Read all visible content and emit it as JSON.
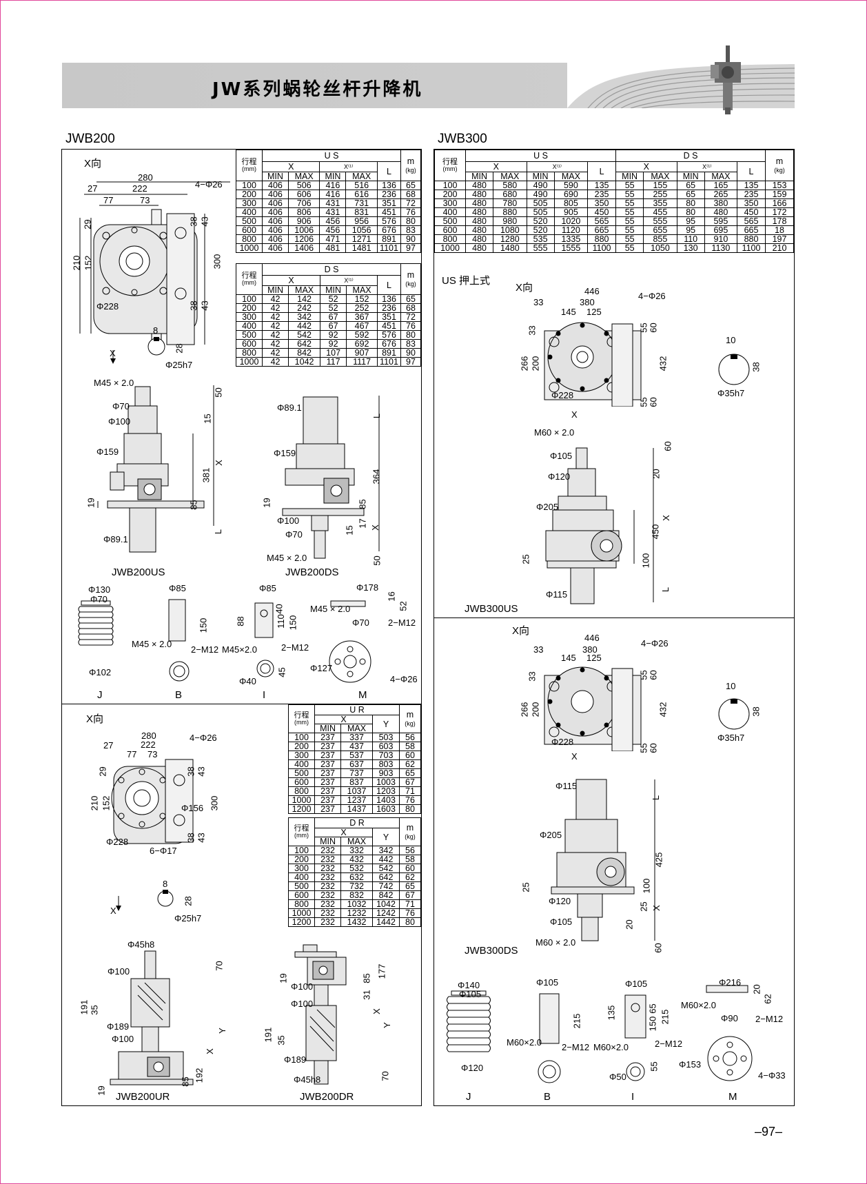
{
  "page": {
    "title": "JW系列蜗轮丝杆升降机",
    "page_number": "–97–"
  },
  "jwb200": {
    "label": "JWB200",
    "x_dir": "X向",
    "us_table": {
      "stroke_header": "行程",
      "unit": "(mm)",
      "group": "U S",
      "x": "X",
      "x1": "X⁽¹⁾",
      "L": "L",
      "m": "m",
      "kg": "(kg)",
      "min": "MIN",
      "max": "MAX",
      "rows": [
        [
          "100",
          "406",
          "506",
          "416",
          "516",
          "136",
          "65"
        ],
        [
          "200",
          "406",
          "606",
          "416",
          "616",
          "236",
          "68"
        ],
        [
          "300",
          "406",
          "706",
          "431",
          "731",
          "351",
          "72"
        ],
        [
          "400",
          "406",
          "806",
          "431",
          "831",
          "451",
          "76"
        ],
        [
          "500",
          "406",
          "906",
          "456",
          "956",
          "576",
          "80"
        ],
        [
          "600",
          "406",
          "1006",
          "456",
          "1056",
          "676",
          "83"
        ],
        [
          "800",
          "406",
          "1206",
          "471",
          "1271",
          "891",
          "90"
        ],
        [
          "1000",
          "406",
          "1406",
          "481",
          "1481",
          "1101",
          "97"
        ]
      ]
    },
    "ds_table": {
      "stroke_header": "行程",
      "unit": "(mm)",
      "group": "D S",
      "x": "X",
      "x1": "X⁽¹⁾",
      "L": "L",
      "m": "m",
      "kg": "(kg)",
      "min": "MIN",
      "max": "MAX",
      "rows": [
        [
          "100",
          "42",
          "142",
          "52",
          "152",
          "136",
          "65"
        ],
        [
          "200",
          "42",
          "242",
          "52",
          "252",
          "236",
          "68"
        ],
        [
          "300",
          "42",
          "342",
          "67",
          "367",
          "351",
          "72"
        ],
        [
          "400",
          "42",
          "442",
          "67",
          "467",
          "451",
          "76"
        ],
        [
          "500",
          "42",
          "542",
          "92",
          "592",
          "576",
          "80"
        ],
        [
          "600",
          "42",
          "642",
          "92",
          "692",
          "676",
          "83"
        ],
        [
          "800",
          "42",
          "842",
          "107",
          "907",
          "891",
          "90"
        ],
        [
          "1000",
          "42",
          "1042",
          "117",
          "1117",
          "1101",
          "97"
        ]
      ]
    },
    "ur_table": {
      "stroke_header": "行程",
      "unit": "(mm)",
      "group": "U R",
      "x": "X",
      "y": "Y",
      "m": "m",
      "kg": "(kg)",
      "min": "MIN",
      "max": "MAX",
      "rows": [
        [
          "100",
          "237",
          "337",
          "503",
          "56"
        ],
        [
          "200",
          "237",
          "437",
          "603",
          "58"
        ],
        [
          "300",
          "237",
          "537",
          "703",
          "60"
        ],
        [
          "400",
          "237",
          "637",
          "803",
          "62"
        ],
        [
          "500",
          "237",
          "737",
          "903",
          "65"
        ],
        [
          "600",
          "237",
          "837",
          "1003",
          "67"
        ],
        [
          "800",
          "237",
          "1037",
          "1203",
          "71"
        ],
        [
          "1000",
          "237",
          "1237",
          "1403",
          "76"
        ],
        [
          "1200",
          "237",
          "1437",
          "1603",
          "80"
        ]
      ]
    },
    "dr_table": {
      "stroke_header": "行程",
      "unit": "(mm)",
      "group": "D R",
      "x": "X",
      "y": "Y",
      "m": "m",
      "kg": "(kg)",
      "min": "MIN",
      "max": "MAX",
      "rows": [
        [
          "100",
          "232",
          "332",
          "342",
          "56"
        ],
        [
          "200",
          "232",
          "432",
          "442",
          "58"
        ],
        [
          "300",
          "232",
          "532",
          "542",
          "60"
        ],
        [
          "400",
          "232",
          "632",
          "642",
          "62"
        ],
        [
          "500",
          "232",
          "732",
          "742",
          "65"
        ],
        [
          "600",
          "232",
          "832",
          "842",
          "67"
        ],
        [
          "800",
          "232",
          "1032",
          "1042",
          "71"
        ],
        [
          "1000",
          "232",
          "1232",
          "1242",
          "76"
        ],
        [
          "1200",
          "232",
          "1432",
          "1442",
          "80"
        ]
      ]
    },
    "dims_top": {
      "d280": "280",
      "d27": "27",
      "d222": "222",
      "d77": "77",
      "d73": "73",
      "holes": "4−Φ26",
      "d29": "29",
      "d210": "210",
      "d152": "152",
      "d300": "300",
      "d38": "38",
      "d43": "43",
      "d228": "Φ228",
      "d8": "8",
      "d28": "28",
      "shaft": "Φ25h7",
      "xdir": "X"
    },
    "us_drawing": {
      "caption": "JWB200US",
      "thread": "M45 × 2.0",
      "d70": "Φ70",
      "d100": "Φ100",
      "d159": "Φ159",
      "d89": "Φ89.1",
      "d50": "50",
      "d15": "15",
      "X": "X",
      "d381": "381",
      "d85": "85",
      "L": "L",
      "d19": "19"
    },
    "ds_drawing": {
      "caption": "JWB200DS",
      "d89": "Φ89.1",
      "L": "L",
      "d159": "Φ159",
      "d364": "364",
      "d85": "85",
      "d19": "19",
      "d100": "Φ100",
      "d70": "Φ70",
      "d15": "15",
      "d17": "17",
      "X": "X",
      "thread": "M45 × 2.0",
      "d50": "50"
    },
    "accessories": {
      "J": {
        "caption": "J",
        "d130": "Φ130",
        "d70": "Φ70",
        "d102": "Φ102"
      },
      "B": {
        "caption": "B",
        "d85": "Φ85",
        "d150": "150",
        "thread": "M45 × 2.0",
        "bolt": "2−M12"
      },
      "I": {
        "caption": "I",
        "d85": "Φ85",
        "d88": "88",
        "d110": "110",
        "d40": "40",
        "d150": "150",
        "thread": "M45×2.0",
        "bolt": "2−M12",
        "d40b": "Φ40",
        "d45": "45"
      },
      "M": {
        "caption": "M",
        "d178": "Φ178",
        "d16": "16",
        "d52": "52",
        "thread": "M45 × 2.0",
        "d70": "Φ70",
        "bolt": "2−M12",
        "d127": "Φ127",
        "holes": "4−Φ26"
      }
    },
    "dims_bottom": {
      "d280": "280",
      "d27": "27",
      "d222": "222",
      "d77": "77",
      "d73": "73",
      "holes": "4−Φ26",
      "d29": "29",
      "d210": "210",
      "d152": "152",
      "d156": "Φ156",
      "d300": "300",
      "d38": "38",
      "d43": "43",
      "d228": "Φ228",
      "holes2": "6−Φ17",
      "d8": "8",
      "d28": "28",
      "shaft": "Φ25h7",
      "xdir": "X"
    },
    "ur_drawing": {
      "caption": "JWB200UR",
      "d45": "Φ45h8",
      "d100": "Φ100",
      "d70": "70",
      "d191": "191",
      "d35": "35",
      "d189": "Φ189",
      "d100b": "Φ100",
      "Y": "Y",
      "X": "X",
      "d192": "192",
      "d85": "85",
      "d19": "19"
    },
    "dr_drawing": {
      "caption": "JWB200DR",
      "d19": "19",
      "d85": "85",
      "d177": "177",
      "d100": "Φ100",
      "d31": "31",
      "d100b": "Φ100",
      "X": "X",
      "Y": "Y",
      "d191": "191",
      "d35": "35",
      "d189": "Φ189",
      "d45": "Φ45h8",
      "d70": "70"
    }
  },
  "jwb300": {
    "label": "JWB300",
    "table": {
      "stroke_header": "行程",
      "unit": "(mm)",
      "us": "U S",
      "ds": "D S",
      "x": "X",
      "x1": "X⁽¹⁾",
      "L": "L",
      "m": "m",
      "kg": "(kg)",
      "min": "MIN",
      "max": "MAX",
      "rows": [
        [
          "100",
          "480",
          "580",
          "490",
          "590",
          "135",
          "55",
          "155",
          "65",
          "165",
          "135",
          "153"
        ],
        [
          "200",
          "480",
          "680",
          "490",
          "690",
          "235",
          "55",
          "255",
          "65",
          "265",
          "235",
          "159"
        ],
        [
          "300",
          "480",
          "780",
          "505",
          "805",
          "350",
          "55",
          "355",
          "80",
          "380",
          "350",
          "166"
        ],
        [
          "400",
          "480",
          "880",
          "505",
          "905",
          "450",
          "55",
          "455",
          "80",
          "480",
          "450",
          "172"
        ],
        [
          "500",
          "480",
          "980",
          "520",
          "1020",
          "565",
          "55",
          "555",
          "95",
          "595",
          "565",
          "178"
        ],
        [
          "600",
          "480",
          "1080",
          "520",
          "1120",
          "665",
          "55",
          "655",
          "95",
          "695",
          "665",
          "18"
        ],
        [
          "800",
          "480",
          "1280",
          "535",
          "1335",
          "880",
          "55",
          "855",
          "110",
          "910",
          "880",
          "197"
        ],
        [
          "1000",
          "480",
          "1480",
          "555",
          "1555",
          "1100",
          "55",
          "1050",
          "130",
          "1130",
          "1100",
          "210"
        ]
      ]
    },
    "us_section": {
      "label": "US 押上式",
      "xdir_label": "X向",
      "d446": "446",
      "d33": "33",
      "d380": "380",
      "d145": "145",
      "d125": "125",
      "holes": "4−Φ26",
      "d33b": "33",
      "d266": "266",
      "d200": "200",
      "d432": "432",
      "d55": "55",
      "d60": "60",
      "d228": "Φ228",
      "d10": "10",
      "d38": "38",
      "shaft": "Φ35h7",
      "xdir": "X",
      "thread": "M60 × 2.0",
      "d105": "Φ105",
      "d120": "Φ120",
      "d205": "Φ205",
      "d60b": "60",
      "d20": "20",
      "X": "X",
      "d450": "450",
      "d25": "25",
      "d100": "100",
      "L": "L",
      "d115": "Φ115",
      "caption": "JWB300US"
    },
    "ds_section": {
      "xdir_label": "X向",
      "d446": "446",
      "d33": "33",
      "d380": "380",
      "d145": "145",
      "d125": "125",
      "holes": "4−Φ26",
      "d33b": "33",
      "d266": "266",
      "d200": "200",
      "d432": "432",
      "d55": "55",
      "d60": "60",
      "d228": "Φ228",
      "d10": "10",
      "d38": "38",
      "shaft": "Φ35h7",
      "xdir": "X",
      "d115": "Φ115",
      "L": "L",
      "d205": "Φ205",
      "d425": "425",
      "d25": "25",
      "d100": "100",
      "d120": "Φ120",
      "d25b": "25",
      "X": "X",
      "d105": "Φ105",
      "d20": "20",
      "thread": "M60 × 2.0",
      "d60b": "60",
      "caption": "JWB300DS"
    },
    "accessories": {
      "J": {
        "caption": "J",
        "d140": "Φ140",
        "d105": "Φ105",
        "d120": "Φ120"
      },
      "B": {
        "caption": "B",
        "d105": "Φ105",
        "d215": "215",
        "thread": "M60×2.0",
        "bolt": "2−M12"
      },
      "I": {
        "caption": "I",
        "d105": "Φ105",
        "d135": "135",
        "d150": "150",
        "d65": "65",
        "d215": "215",
        "thread": "M60×2.0",
        "bolt": "2−M12",
        "d50": "Φ50",
        "d55": "55"
      },
      "M": {
        "caption": "M",
        "d216": "Φ216",
        "d20": "20",
        "d62": "62",
        "thread": "M60×2.0",
        "d90": "Φ90",
        "bolt": "2−M12",
        "d153": "Φ153",
        "holes": "4−Φ33"
      }
    }
  }
}
